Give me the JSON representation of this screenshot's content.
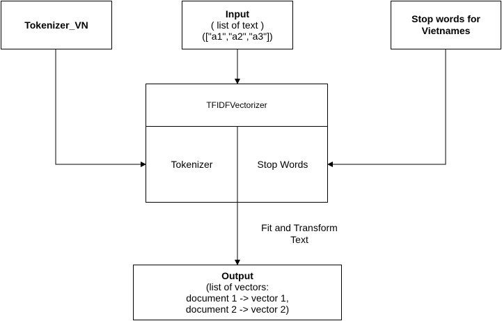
{
  "nodes": {
    "tokenizer_vn": {
      "label": "Tokenizer_VN"
    },
    "input": {
      "title": "Input",
      "line2": "( list of text )",
      "line3": "([\"a1\",\"a2\",\"a3\"])"
    },
    "stopwords_source": {
      "line1": "Stop words for",
      "line2": "Vietnames"
    },
    "vectorizer": {
      "header": "TFIDFVectorizer",
      "left_cell": "Tokenizer",
      "right_cell": "Stop Words"
    },
    "output": {
      "title": "Output",
      "line2": "(list of vectors:",
      "line3": "document 1 -> vector 1,",
      "line4": "document 2 -> vector 2)"
    }
  },
  "edges": {
    "fit_transform": {
      "line1": "Fit and Transform",
      "line2": "Text"
    }
  },
  "colors": {
    "stroke": "#000000",
    "background": "#ffffff"
  }
}
